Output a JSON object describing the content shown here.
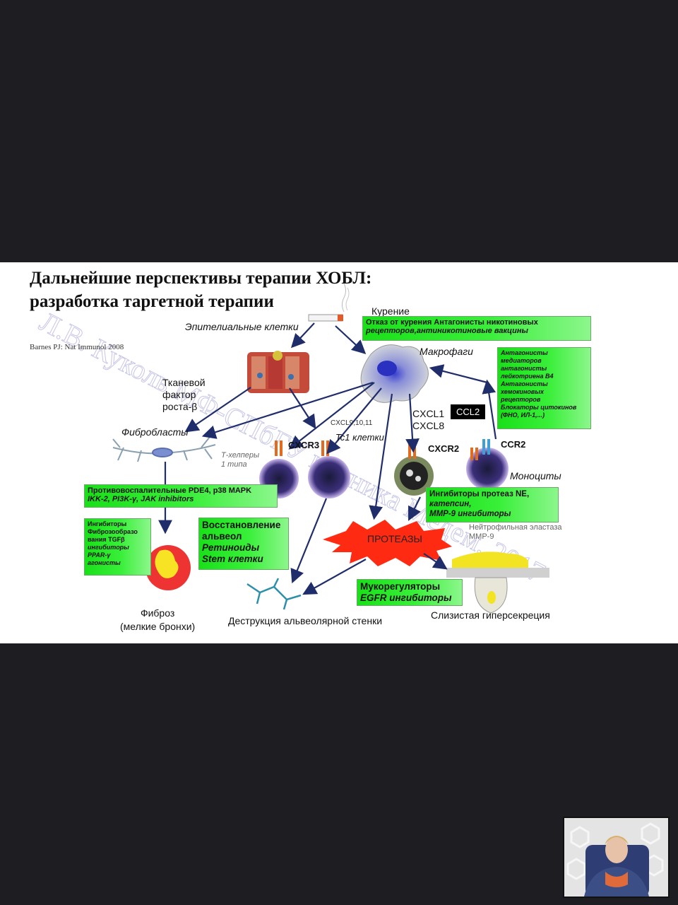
{
  "slide": {
    "title_line1": "Дальнейшие  перспективы терапии ХОБЛ:",
    "title_line2": "разработка таргетной  терапии",
    "citation": "Barnes PJ: Nat Immunol  2008",
    "watermark": "Л.В. Куколь МФ-СПбГУ клиника Медем, 2017",
    "labels": {
      "smoking": "Курение",
      "epithelial_cells": "Эпителиальные клетки",
      "macrophages": "Макрофаги",
      "tgf_line1": "Тканевой",
      "tgf_line2": "фактор",
      "tgf_line3": "роста-β",
      "fibroblasts": "Фибробласты",
      "cxcl9": "CXCL9,10,11",
      "cxcr3": "CXCR3",
      "tc1": "Tc1 клетки",
      "th1_line1": "Т-хелперы",
      "th1_line2": "1 типа",
      "cxcl1": "CXCL1",
      "cxcl8": "CXCL8",
      "ccl2": "CCL2",
      "cxcr2": "CXCR2",
      "ccr2": "CCR2",
      "monocytes": "Моноциты",
      "neutrophil_elastase": "Нейтрофильная эластаза",
      "mmp9": "MMP-9",
      "proteases": "ПРОТЕАЗЫ",
      "fibrosis_line1": "Фиброз",
      "fibrosis_line2": "(мелкие  бронхи)",
      "alveolar_destruction": "Деструкция альвеолярной  стенки",
      "mucus": "Слизистая гиперсекреция"
    },
    "green_boxes": {
      "smoking_cessation_line1": "Отказ от курения Антагонисты никотиновых",
      "smoking_cessation_line2": "рецепторов,антиникотиновые вакцины",
      "mediator_antagonists": [
        "Антагонисты",
        "медиаторов",
        "антагонисты",
        "лейкотриена B4",
        "Антагонисты",
        "хемокиновых",
        "рецепторов",
        "Блокаторы цитокинов",
        "(ФНО, ИЛ-1,...)"
      ],
      "anti_inflammatory_line1": "Противовоспалительные PDE4, p38 MAPK",
      "anti_inflammatory_line2": "IKK-2, PI3K-γ, JAK inhibitors",
      "fibrosis_inhibitors": [
        "Ингибиторы",
        "Фиброзообразо",
        "вания TGFβ",
        "ингибиторы",
        "PPAR-γ",
        "агонисты"
      ],
      "alveoli_restoration": [
        "Восстановление",
        "альвеол",
        "Ретиноиды",
        "Stem клетки"
      ],
      "protease_inhibitors": [
        "Ингибиторы протеаз NE,",
        "катепсин,",
        "MMP-9 ингибиторы"
      ],
      "mucoregulators": [
        "Мукорегуляторы",
        "EGFR ингибиторы"
      ]
    },
    "colors": {
      "green_box": "#22e622",
      "arrow": "#1f2d6b",
      "protease_burst": "#ff2a12",
      "background": "#1e1d22"
    }
  },
  "video_pip": {
    "icon": "presenter-video-thumbnail"
  }
}
